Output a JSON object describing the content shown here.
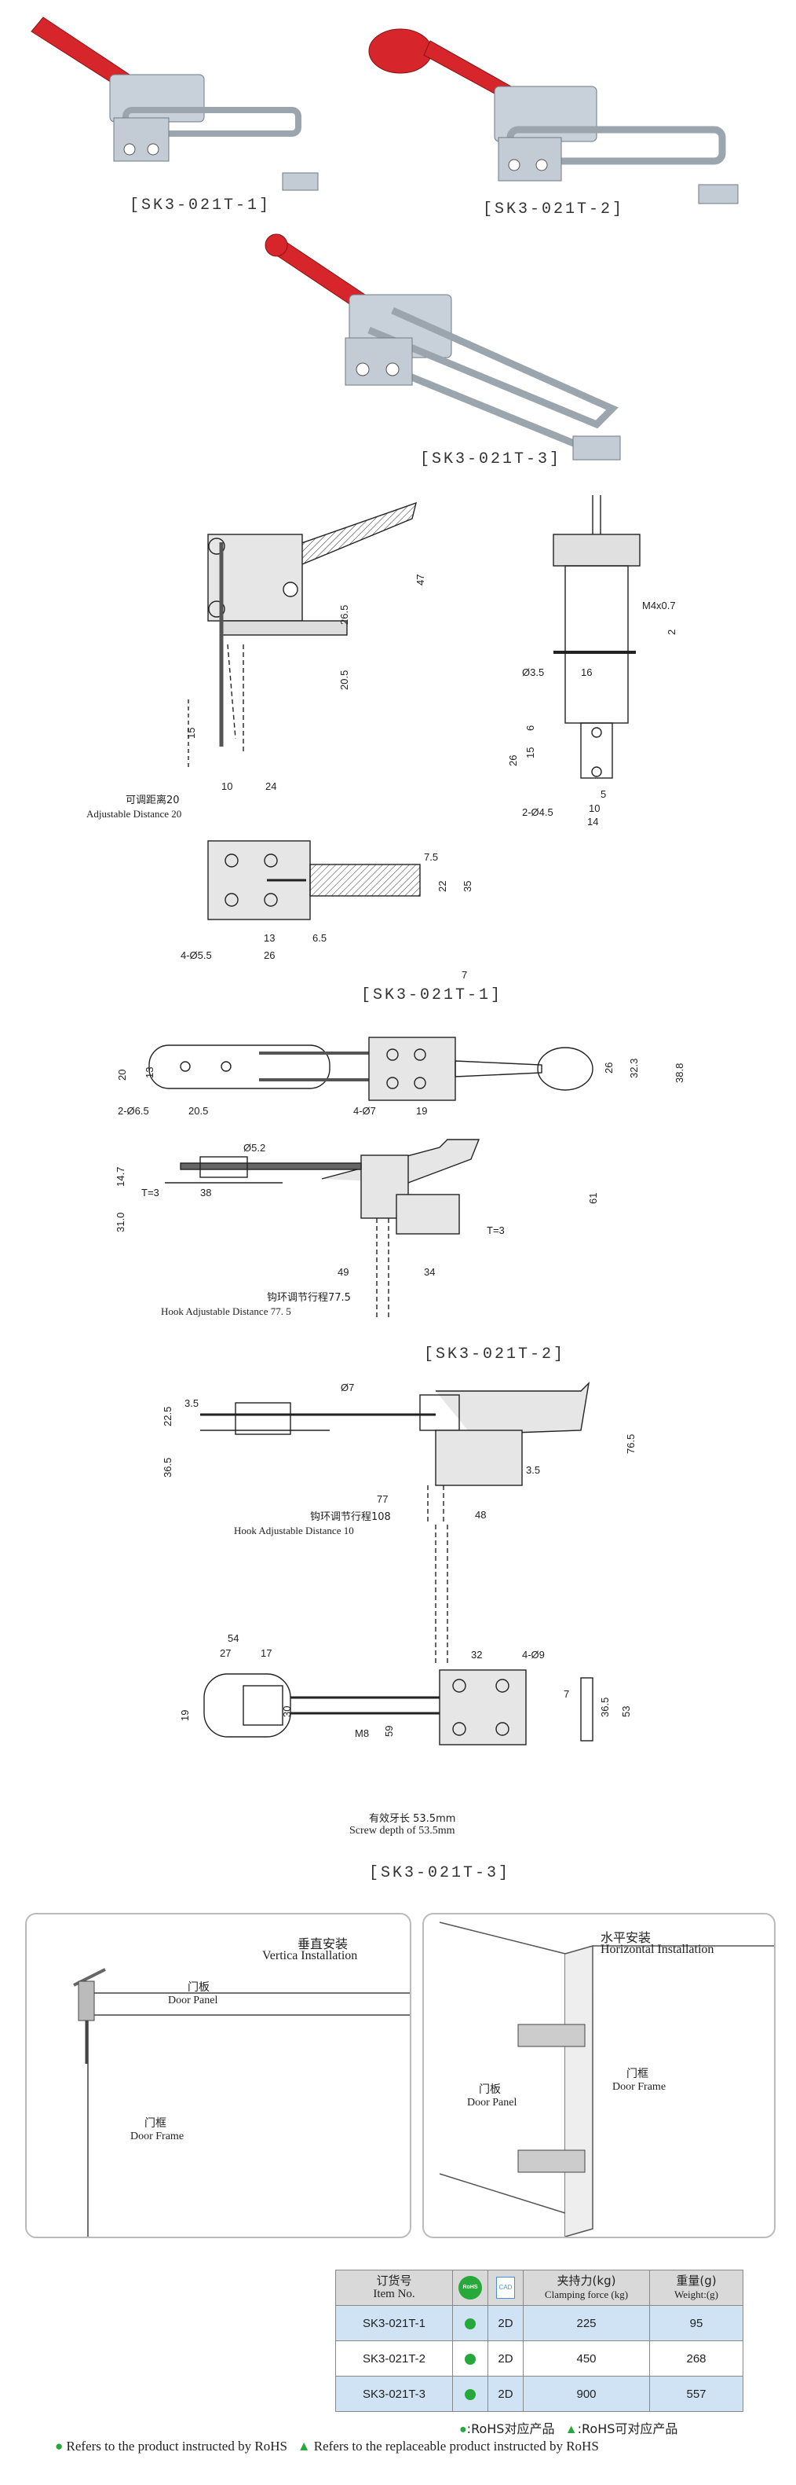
{
  "captions": {
    "top_1": "[SK3-021T-1]",
    "top_2": "[SK3-021T-2]",
    "top_3": "[SK3-021T-3]",
    "drawing_1": "[SK3-021T-1]",
    "drawing_2": "[SK3-021T-2]",
    "drawing_3": "[SK3-021T-3]"
  },
  "drawing_1": {
    "dims": [
      "47",
      "26.5",
      "20.5",
      "15",
      "10",
      "24",
      "M4x0.7",
      "2",
      "Ø3.5",
      "16",
      "26",
      "15",
      "6",
      "5",
      "10",
      "14",
      "2-Ø4.5",
      "7.5",
      "22",
      "35",
      "13",
      "6.5",
      "26",
      "7",
      "4-Ø5.5"
    ],
    "adjust_cn": "可调距离20",
    "adjust_en": "Adjustable Distance  20"
  },
  "drawing_2": {
    "dims": [
      "20",
      "13",
      "2-Ø6.5",
      "20.5",
      "4-Ø7",
      "19",
      "26",
      "32.3",
      "38.8",
      "Ø5.2",
      "14.7",
      "31.0",
      "T=3",
      "38",
      "49",
      "34",
      "T=3",
      "61"
    ],
    "hook_cn": "钩环调节行程77.5",
    "hook_en": "Hook Adjustable Distance 77. 5"
  },
  "drawing_3": {
    "dims": [
      "3.5",
      "22.5",
      "36.5",
      "Ø7",
      "77",
      "48",
      "3.5",
      "76.5",
      "54",
      "27",
      "17",
      "32",
      "4-Ø9",
      "19",
      "30",
      "M8",
      "59",
      "7",
      "36.5",
      "53"
    ],
    "hook_cn": "钩环调节行程108",
    "hook_en": "Hook Adjustable Distance 10",
    "screw_cn": "有效牙长 53.5mm",
    "screw_en": "Screw depth of 53.5mm"
  },
  "install": {
    "vertical": {
      "title_cn": "垂直安装",
      "title_en": "Vertica Installation",
      "door_panel_cn": "门板",
      "door_panel_en": "Door Panel",
      "door_frame_cn": "门框",
      "door_frame_en": "Door Frame"
    },
    "horizontal": {
      "title_cn": "水平安装",
      "title_en": "Horizontal Installation",
      "door_panel_cn": "门板",
      "door_panel_en": "Door Panel",
      "door_frame_cn": "门框",
      "door_frame_en": "Door Frame"
    }
  },
  "table": {
    "headers": {
      "item_cn": "订货号",
      "item_en": "Item No.",
      "rohs_icon": "RoHS",
      "cad_icon": "CAD",
      "force_cn": "夹持力(kg)",
      "force_en": "Clamping force (kg)",
      "weight_cn": "重量(g)",
      "weight_en": "Weight:(g)"
    },
    "rows": [
      {
        "item": "SK3-021T-1",
        "cad": "2D",
        "force": "225",
        "weight": "95"
      },
      {
        "item": "SK3-021T-2",
        "cad": "2D",
        "force": "450",
        "weight": "268"
      },
      {
        "item": "SK3-021T-3",
        "cad": "2D",
        "force": "900",
        "weight": "557"
      }
    ],
    "legend_short": {
      "rohs": ":RoHS对应产品",
      "rohs_replaceable": ":RoHS可对应产品"
    }
  },
  "footer": {
    "rohs_note": "Refers to the product instructed by RoHS",
    "replaceable_note": "Refers to the replaceable product instructed by RoHS"
  },
  "colors": {
    "handle_red": "#d7262b",
    "metal": "#b9c3cc",
    "rohs_green": "#27a83a",
    "row_blue": "#cfe3f5",
    "header_gray": "#d9d9d9"
  }
}
